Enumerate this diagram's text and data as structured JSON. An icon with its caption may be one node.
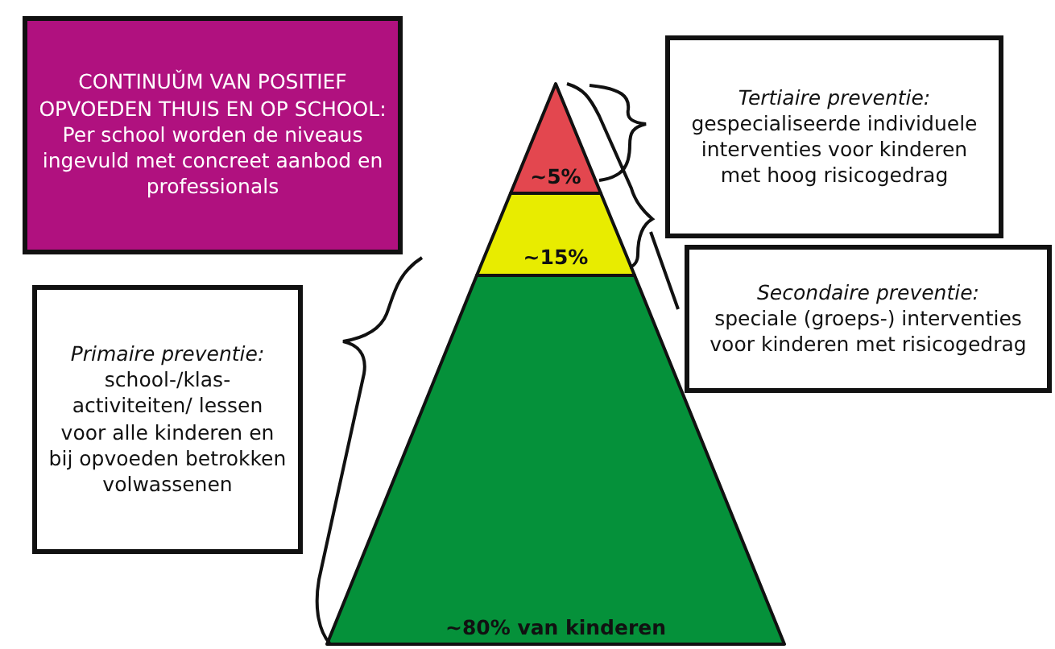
{
  "diagram": {
    "nodes": [
      {
        "text": [
          "CONTINUǓM VAN POSITIEF OPVOEDEN THUIS EN OP SCHOOL:",
          "Per school worden de niveaus ingevuld met concreet aanbod en professionals"
        ]
      },
      {
        "text": [
          "Tertiaire preventie:",
          "gespecialiseerde individuele interventies voor kinderen met hoog risicogedrag"
        ]
      },
      {
        "text": [
          "Secondaire preventie:",
          "speciale (groeps-) interventies voor kinderen met risicogedrag"
        ]
      },
      {
        "text": [
          "Primaire preventie:",
          "school-/klas-activiteiten/ lessen voor alle kinderen en bij opvoeden betrokken volwassenen"
        ]
      },
      {
        "text": [
          "~5%"
        ]
      },
      {
        "text": [
          "~15%"
        ]
      },
      {
        "text": [
          "~80% van kinderen"
        ]
      }
    ]
  }
}
